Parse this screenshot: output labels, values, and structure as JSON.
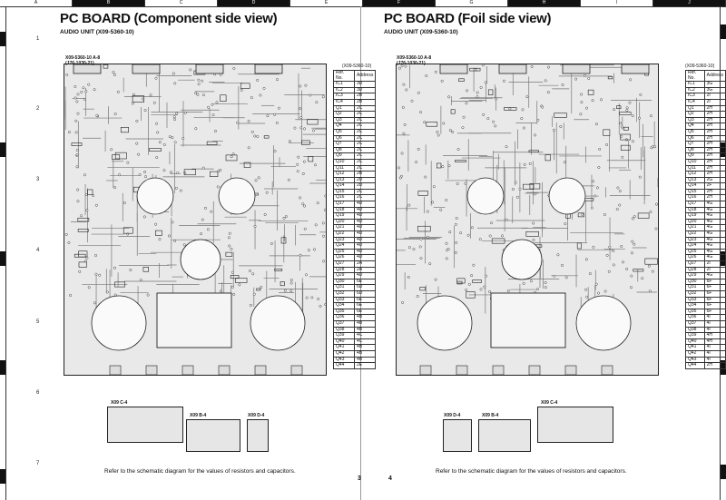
{
  "ruler_columns": [
    "A",
    "B",
    "C",
    "D",
    "E",
    "F",
    "G",
    "H",
    "I",
    "J"
  ],
  "ruler_rows": [
    "1",
    "2",
    "3",
    "4",
    "5",
    "6",
    "7"
  ],
  "left": {
    "title": "PC BOARD (Component side view)",
    "subtitle": "AUDIO UNIT (X09-5360-10)",
    "board_code": "X09-5360-10 A-8\n(J76-1030-21)",
    "table_caption": "(X09-5360-10)",
    "table_header": [
      "Ref. No.",
      "Address"
    ],
    "table_rows": [
      [
        "IC1",
        "3D"
      ],
      [
        "IC2",
        "3D"
      ],
      [
        "IC3",
        "2B"
      ],
      [
        "IC4",
        "2B"
      ],
      [
        "Q1",
        "2C"
      ],
      [
        "Q2",
        "2C"
      ],
      [
        "Q3",
        "2C"
      ],
      [
        "Q4",
        "2C"
      ],
      [
        "Q5",
        "2C"
      ],
      [
        "Q6",
        "2C"
      ],
      [
        "Q7",
        "2C"
      ],
      [
        "Q8",
        "2C"
      ],
      [
        "Q9",
        "2C"
      ],
      [
        "Q10",
        "2C"
      ],
      [
        "Q11",
        "2C"
      ],
      [
        "Q12",
        "2B"
      ],
      [
        "Q13",
        "2D"
      ],
      [
        "Q14",
        "2D"
      ],
      [
        "Q15",
        "2C"
      ],
      [
        "Q16",
        "2C"
      ],
      [
        "Q17",
        "4D"
      ],
      [
        "Q18",
        "4D"
      ],
      [
        "Q19",
        "4D"
      ],
      [
        "Q20",
        "4D"
      ],
      [
        "Q21",
        "4D"
      ],
      [
        "Q22",
        "4D"
      ],
      [
        "Q23",
        "4D"
      ],
      [
        "Q24",
        "4D"
      ],
      [
        "Q25",
        "4D"
      ],
      [
        "Q26",
        "4D"
      ],
      [
        "Q27",
        "2A"
      ],
      [
        "Q28",
        "2A"
      ],
      [
        "Q29",
        "4D"
      ],
      [
        "Q30",
        "6E"
      ],
      [
        "Q31",
        "6D"
      ],
      [
        "Q32",
        "6D"
      ],
      [
        "Q33",
        "6E"
      ],
      [
        "Q34",
        "6E"
      ],
      [
        "Q35",
        "6E"
      ],
      [
        "Q36",
        "4B"
      ],
      [
        "Q37",
        "4B"
      ],
      [
        "Q38",
        "4B"
      ],
      [
        "Q39",
        "4C"
      ],
      [
        "Q40",
        "4C"
      ],
      [
        "Q41",
        "4B"
      ],
      [
        "Q42",
        "4B"
      ],
      [
        "Q43",
        "4B"
      ],
      [
        "Q44",
        "2E"
      ]
    ],
    "sub_labels": [
      "X09 C-4",
      "X09 B-4",
      "X09 D-4"
    ],
    "note": "Refer to the schematic diagram for the values of resistors and capacitors.",
    "page_number": "3"
  },
  "right": {
    "title": "PC BOARD (Foil side view)",
    "subtitle": "AUDIO UNIT (X09-5360-10)",
    "board_code": "X09-5360-10 A-8\n(J76-1030-21)",
    "table_caption": "(X09-5360-10)",
    "table_header": [
      "Ref. No.",
      "Address"
    ],
    "table_rows": [
      [
        "IC1",
        "3G"
      ],
      [
        "IC2",
        "3G"
      ],
      [
        "IC3",
        "2I"
      ],
      [
        "IC4",
        "2I"
      ],
      [
        "Q1",
        "2H"
      ],
      [
        "Q2",
        "2H"
      ],
      [
        "Q3",
        "2H"
      ],
      [
        "Q4",
        "2H"
      ],
      [
        "Q5",
        "2H"
      ],
      [
        "Q6",
        "2H"
      ],
      [
        "Q7",
        "2H"
      ],
      [
        "Q8",
        "2H"
      ],
      [
        "Q9",
        "2H"
      ],
      [
        "Q10",
        "2H"
      ],
      [
        "Q11",
        "2H"
      ],
      [
        "Q12",
        "2H"
      ],
      [
        "Q13",
        "2G"
      ],
      [
        "Q14",
        "2F"
      ],
      [
        "Q15",
        "2H"
      ],
      [
        "Q16",
        "2H"
      ],
      [
        "Q17",
        "4G"
      ],
      [
        "Q18",
        "4G"
      ],
      [
        "Q19",
        "4G"
      ],
      [
        "Q20",
        "4G"
      ],
      [
        "Q21",
        "4G"
      ],
      [
        "Q22",
        "4G"
      ],
      [
        "Q23",
        "4G"
      ],
      [
        "Q24",
        "4G"
      ],
      [
        "Q25",
        "4G"
      ],
      [
        "Q26",
        "4G"
      ],
      [
        "Q27",
        "2I"
      ],
      [
        "Q28",
        "2I"
      ],
      [
        "Q29",
        "4G"
      ],
      [
        "Q30",
        "6F"
      ],
      [
        "Q31",
        "6F"
      ],
      [
        "Q32",
        "6F"
      ],
      [
        "Q33",
        "6F"
      ],
      [
        "Q34",
        "6F"
      ],
      [
        "Q35",
        "6F"
      ],
      [
        "Q36",
        "4I"
      ],
      [
        "Q37",
        "4I"
      ],
      [
        "Q38",
        "4I"
      ],
      [
        "Q39",
        "4H"
      ],
      [
        "Q40",
        "4H"
      ],
      [
        "Q41",
        "4I"
      ],
      [
        "Q42",
        "4I"
      ],
      [
        "Q43",
        "4I"
      ],
      [
        "Q44",
        "2H"
      ]
    ],
    "sub_labels": [
      "X09 D-4",
      "X09 B-4",
      "X09 C-4"
    ],
    "note": "Refer to the schematic diagram for the values of resistors and capacitors.",
    "page_number": "4"
  }
}
